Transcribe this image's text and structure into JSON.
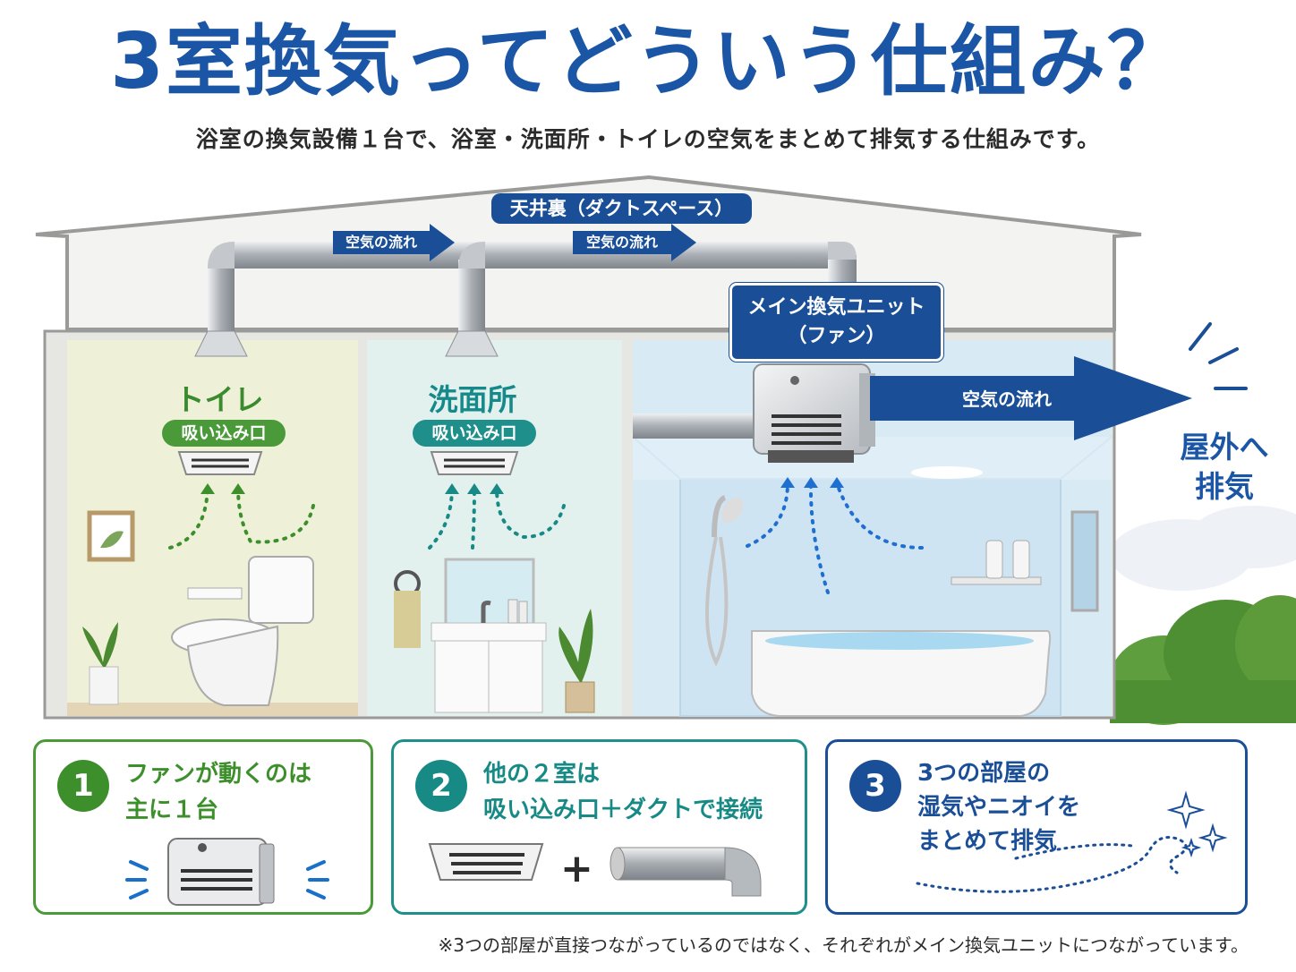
{
  "header": {
    "title": "3室換気ってどういう仕組み？",
    "subtitle": "浴室の換気設備１台で、浴室・洗面所・トイレの空気をまとめて排気する仕組みです。"
  },
  "attic": {
    "label": "天井裏（ダクトスペース）",
    "flow_labels": [
      "空気の流れ",
      "空気の流れ"
    ]
  },
  "main_unit": {
    "line1": "メイン換気ユニット",
    "line2": "（ファン）",
    "flow_label": "空気の流れ"
  },
  "outside": {
    "line1": "屋外へ",
    "line2": "排気"
  },
  "rooms": [
    {
      "name": "トイレ",
      "intake": "吸い込み口",
      "color": "#3a8a2e",
      "intake_color": "#4b9a3a"
    },
    {
      "name": "洗面所",
      "intake": "吸い込み口",
      "color": "#168a8a",
      "intake_color": "#1f8f8b"
    }
  ],
  "cards": [
    {
      "number": "1",
      "lines": [
        "ファンが動くのは",
        "主に１台"
      ],
      "color": "#3d8f2c"
    },
    {
      "number": "2",
      "lines": [
        "他の２室は",
        "吸い込み口＋ダクトで接続"
      ],
      "color": "#178a86",
      "plus": "+"
    },
    {
      "number": "3",
      "lines": [
        "3つの部屋の",
        "湿気やニオイを",
        "まとめて排気"
      ],
      "color": "#1a4f98"
    }
  ],
  "note": "※3つの部屋が直接つながっているのではなく、それぞれがメイン換気ユニットにつながっています。",
  "colors": {
    "brand_blue": "#1a55a6",
    "navy": "#1a4f98",
    "green": "#3d8f2c",
    "teal": "#178a86"
  }
}
